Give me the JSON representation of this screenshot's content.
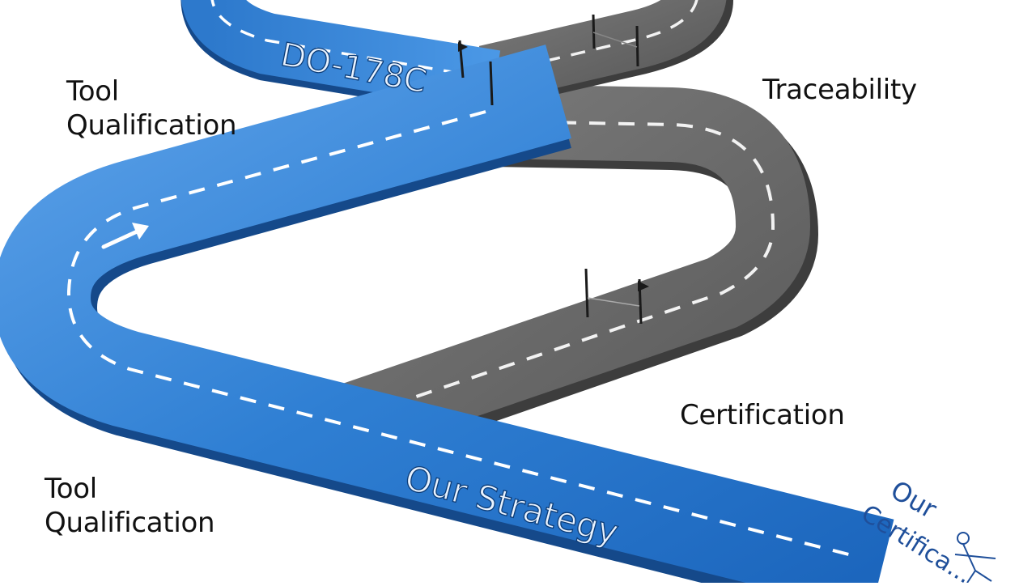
{
  "labels": {
    "tool_qualification_top": "Tool Qualification",
    "tool_qualification_bottom": "Tool Qualification",
    "traceability": "Traceability",
    "certification": "Certification"
  },
  "road_text": {
    "standard": "DO-178C",
    "strategy": "Our Strategy",
    "end_line1": "Our",
    "end_line2": "Certifica..."
  },
  "colors": {
    "blue_road": "#3b86d6",
    "blue_road_dark": "#1f5fae",
    "gray_road": "#6f6f6f",
    "gray_road_dark": "#4e4e4e",
    "lane_marking": "#ffffff",
    "label_text": "#111111"
  },
  "icons": [
    "flag-icon",
    "flag-icon",
    "flag-icon",
    "flag-icon",
    "arrow-icon",
    "figure-icon"
  ]
}
